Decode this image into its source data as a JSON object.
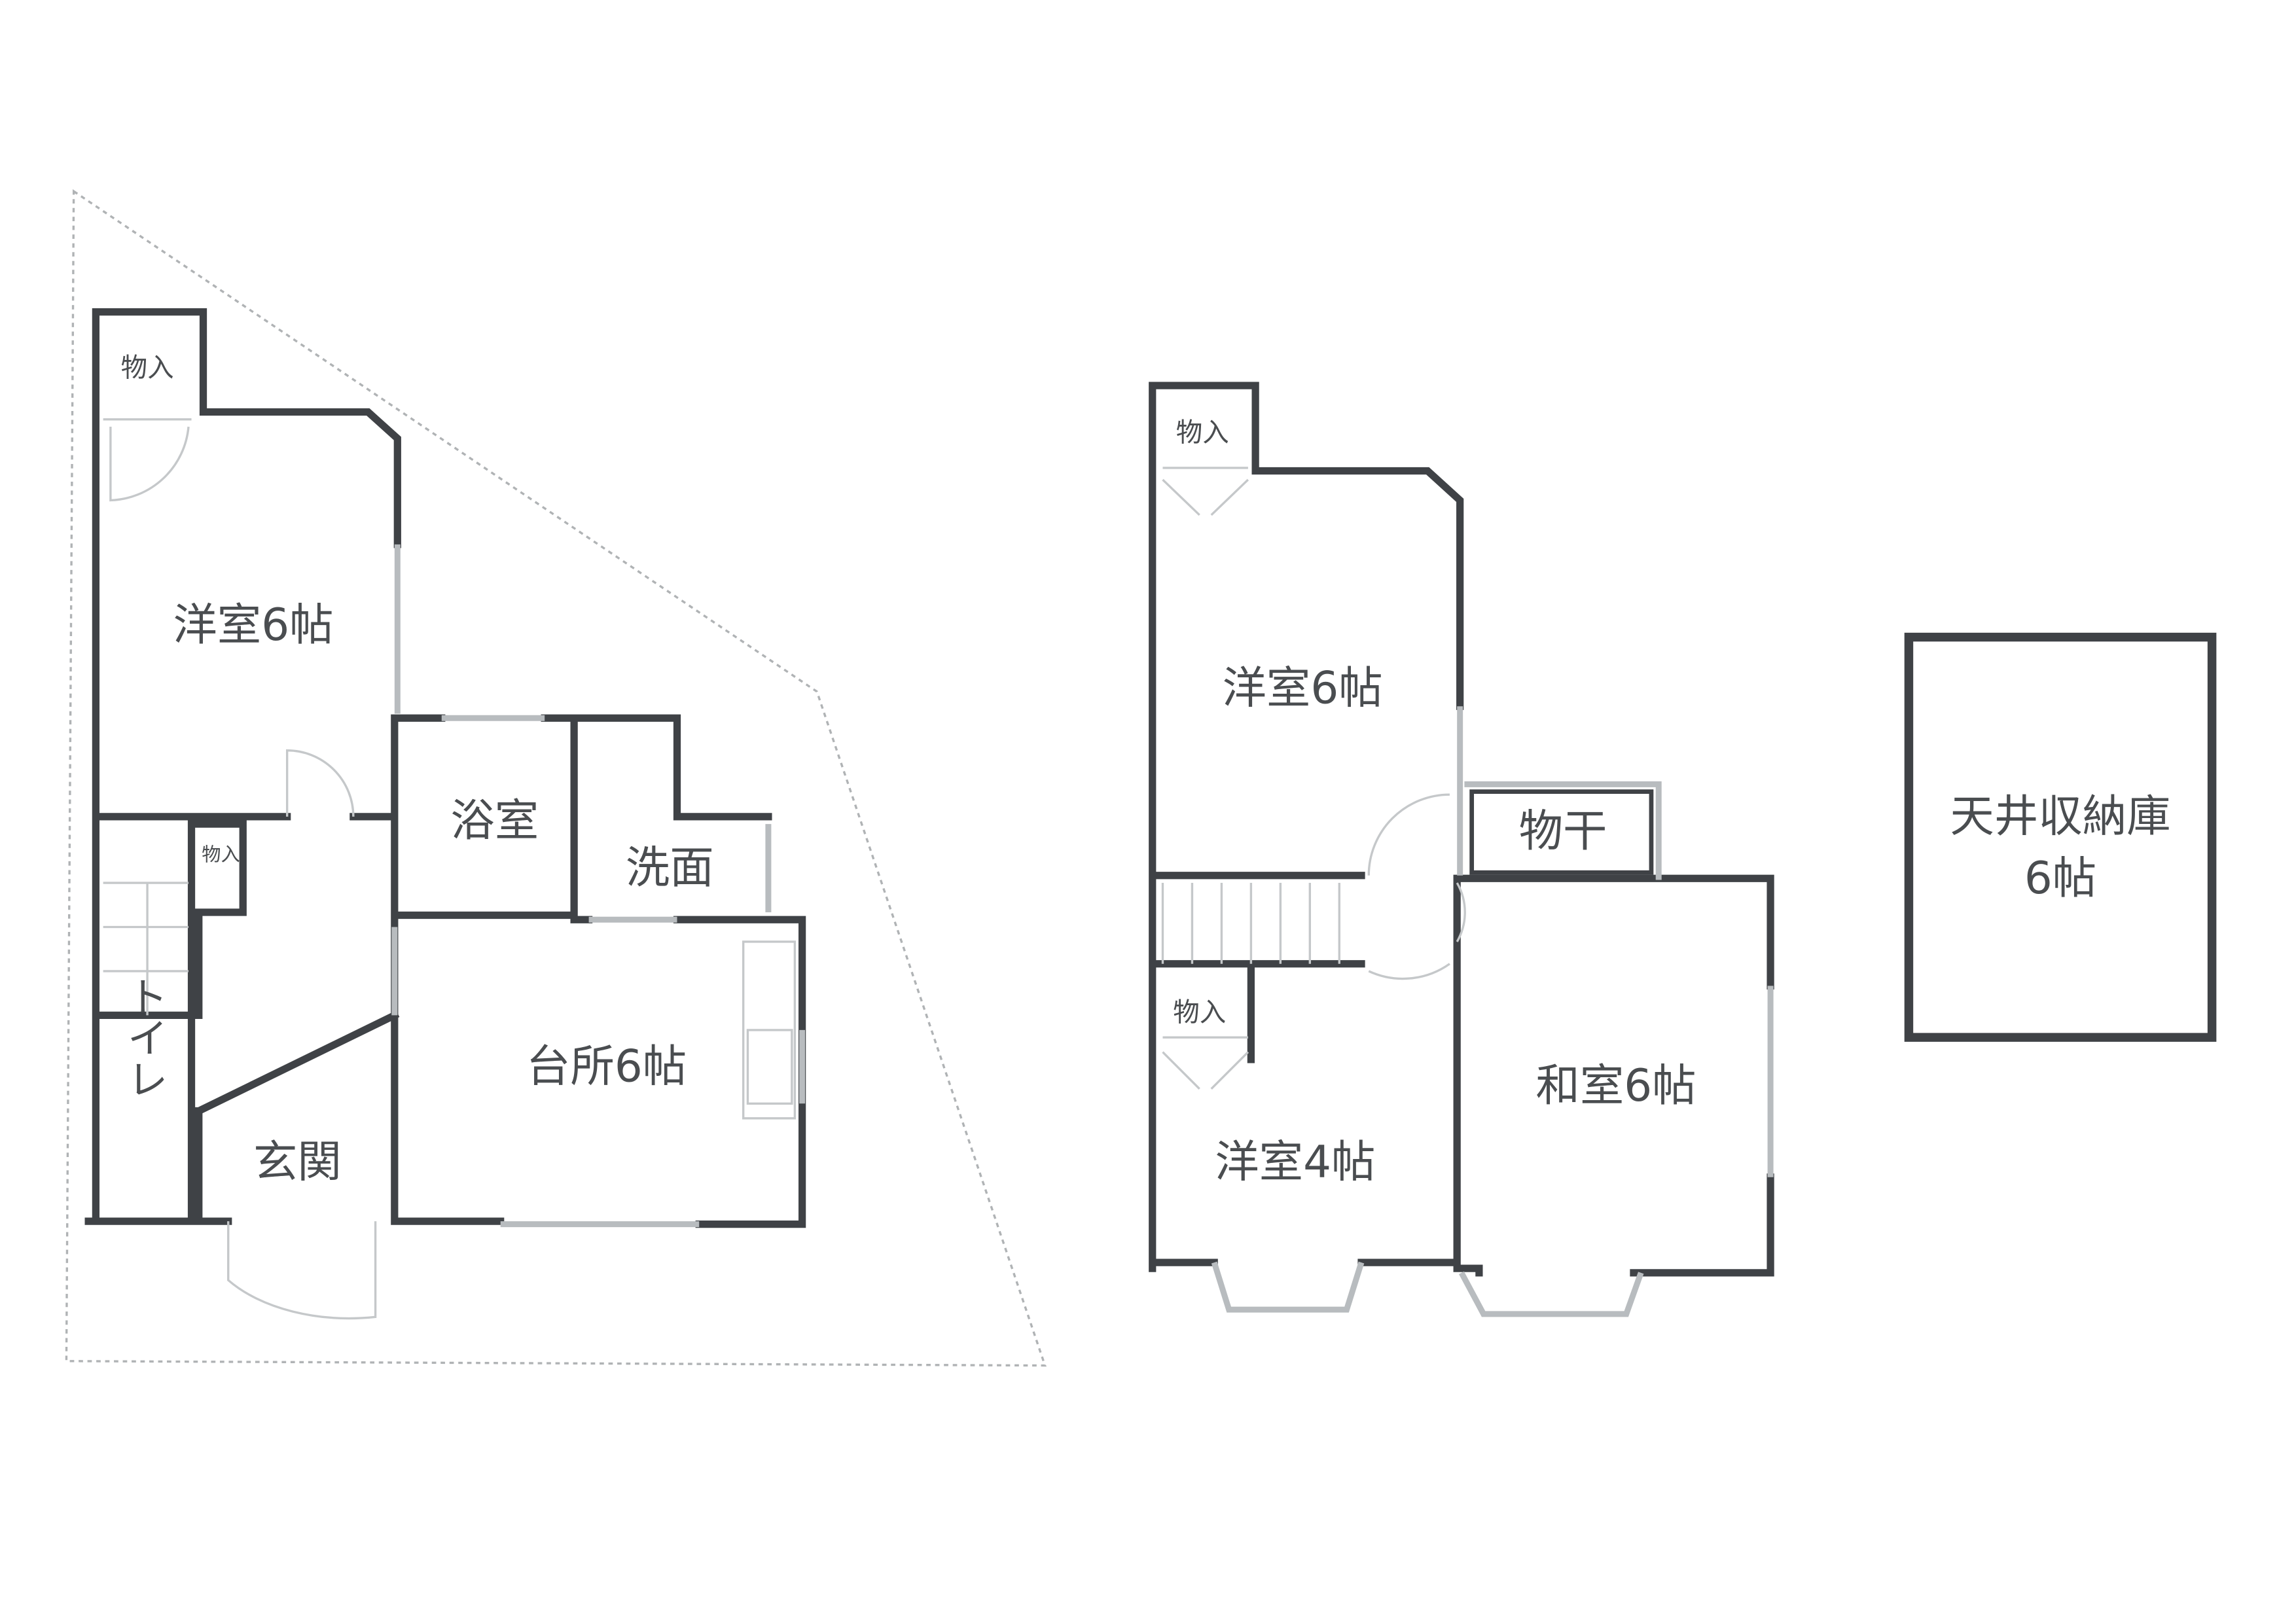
{
  "floor1": {
    "rooms": {
      "western6": "洋室6帖",
      "storage_top": "物入",
      "storage_stair": "物入",
      "bath": "浴室",
      "washroom": "洗面",
      "kitchen": "台所6帖",
      "toilet": "トイレ",
      "entrance": "玄関"
    }
  },
  "floor2": {
    "rooms": {
      "western6": "洋室6帖",
      "storage_top": "物入",
      "drying": "物干",
      "western4": "洋室4帖",
      "storage_w4": "物入",
      "japanese6": "和室6帖"
    }
  },
  "attic": {
    "line1": "天井収納庫",
    "line2": "6帖"
  }
}
